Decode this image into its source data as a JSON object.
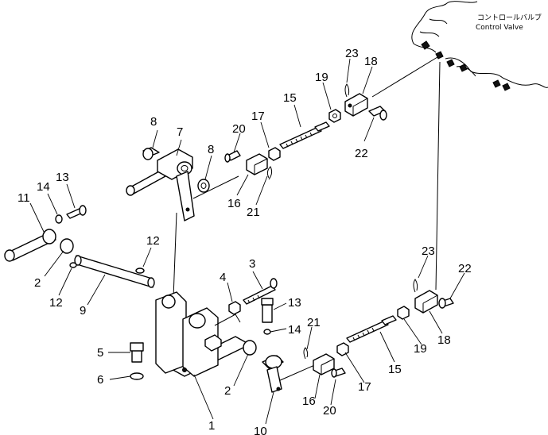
{
  "valve_caption": {
    "japanese": "コントロールバルブ",
    "english": "Control Valve"
  },
  "callouts": {
    "c1": "1",
    "c2a": "2",
    "c2b": "2",
    "c3": "3",
    "c4": "4",
    "c5": "5",
    "c6": "6",
    "c7": "7",
    "c8a": "8",
    "c8b": "8",
    "c9": "9",
    "c10": "10",
    "c11": "11",
    "c12a": "12",
    "c12b": "12",
    "c13a": "13",
    "c13b": "13",
    "c14a": "14",
    "c14b": "14",
    "c15a": "15",
    "c15b": "15",
    "c16a": "16",
    "c16b": "16",
    "c17a": "17",
    "c17b": "17",
    "c18a": "18",
    "c18b": "18",
    "c19a": "19",
    "c19b": "19",
    "c20a": "20",
    "c20b": "20",
    "c21a": "21",
    "c21b": "21",
    "c22a": "22",
    "c22b": "22",
    "c23a": "23",
    "c23b": "23"
  }
}
